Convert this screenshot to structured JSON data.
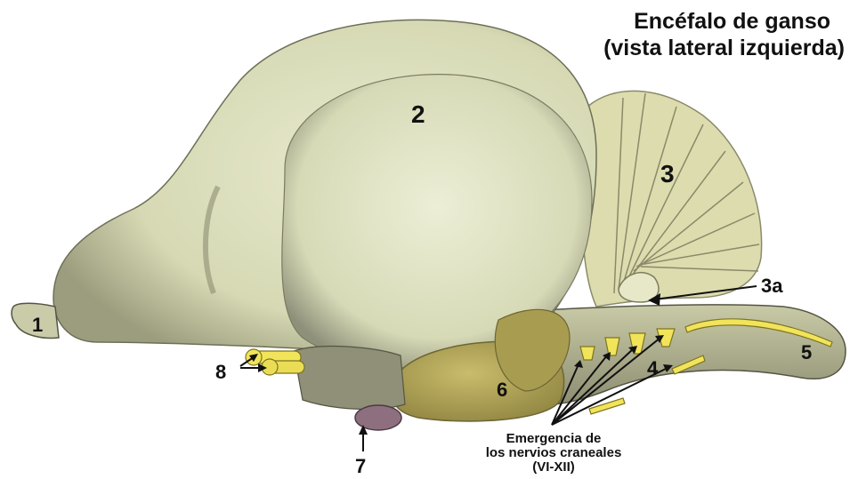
{
  "title": {
    "line1": "Encéfalo de ganso",
    "line2": "(vista lateral izquierda)"
  },
  "labels": {
    "l1": "1",
    "l2": "2",
    "l3": "3",
    "l3a": "3a",
    "l4": "4",
    "l5": "5",
    "l6": "6",
    "l7": "7",
    "l8": "8"
  },
  "caption": {
    "line1": "Emergencia de",
    "line2": "los nervios craneales",
    "line3": "(VI-XII)"
  },
  "colors": {
    "hemisphere": "#d9dcb8",
    "hemisphere_shadow": "#8a8a6e",
    "cerebellum": "#dcdcae",
    "optic_lobe": "#b5a85a",
    "nerves": "#f2e45a",
    "pituitary": "#8e6f7f",
    "outline": "#444433"
  }
}
